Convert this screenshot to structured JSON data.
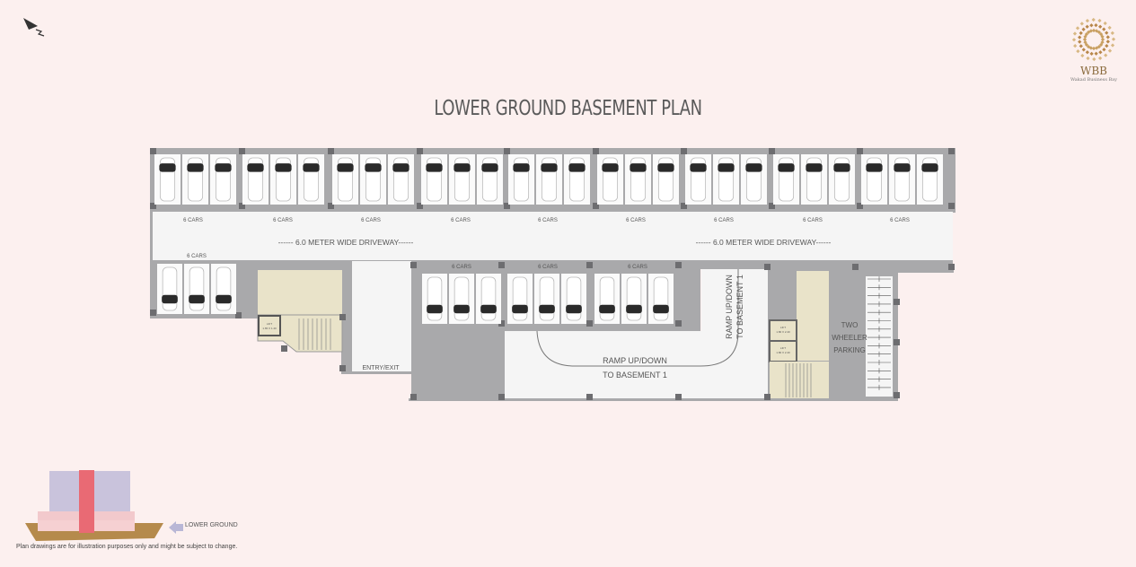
{
  "title": "LOWER GROUND BASEMENT PLAN",
  "logo": {
    "mark": "WBB",
    "name": "Wakad Business Bay"
  },
  "plan": {
    "top_row_labels": [
      "6 CARS",
      "6 CARS",
      "6 CARS",
      "6 CARS",
      "6 CARS",
      "6 CARS",
      "6 CARS",
      "6 CARS",
      "6 CARS"
    ],
    "left_block_label": "6 CARS",
    "middle_row_labels": [
      "6 CARS",
      "6 CARS",
      "6 CARS"
    ],
    "driveway_left": "------ 6.0 METER WIDE DRIVEWAY------",
    "driveway_right": "------ 6.0 METER WIDE DRIVEWAY------",
    "entry_exit": "ENTRY/EXIT",
    "ramp_horizontal": [
      "RAMP UP/DOWN",
      "TO BASEMENT 1"
    ],
    "ramp_vertical": [
      "RAMP UP/DOWN",
      "TO BASEMENT 1"
    ],
    "two_wheeler": [
      "TWO",
      "WHEELER",
      "PARKING"
    ],
    "lift_left": [
      "LIFT",
      "1.65 X 1.40"
    ],
    "lift_right_1": [
      "LIFT",
      "1.80 X 2.40"
    ],
    "lift_right_2": [
      "LIFT",
      "1.80 X 2.40"
    ],
    "top_row_cars": 27,
    "left_block_cars": 3,
    "middle_row_cars": 9
  },
  "key_plan": {
    "label": "LOWER GROUND"
  },
  "disclaimer": "Plan drawings are for illustration purposes only and might be subject to change.",
  "colors": {
    "bg": "#fcf0ef",
    "wall": "#a9a9ab",
    "floor": "#f4f4f4",
    "core": "#e9e3c9",
    "car": "#2a2a2a"
  }
}
